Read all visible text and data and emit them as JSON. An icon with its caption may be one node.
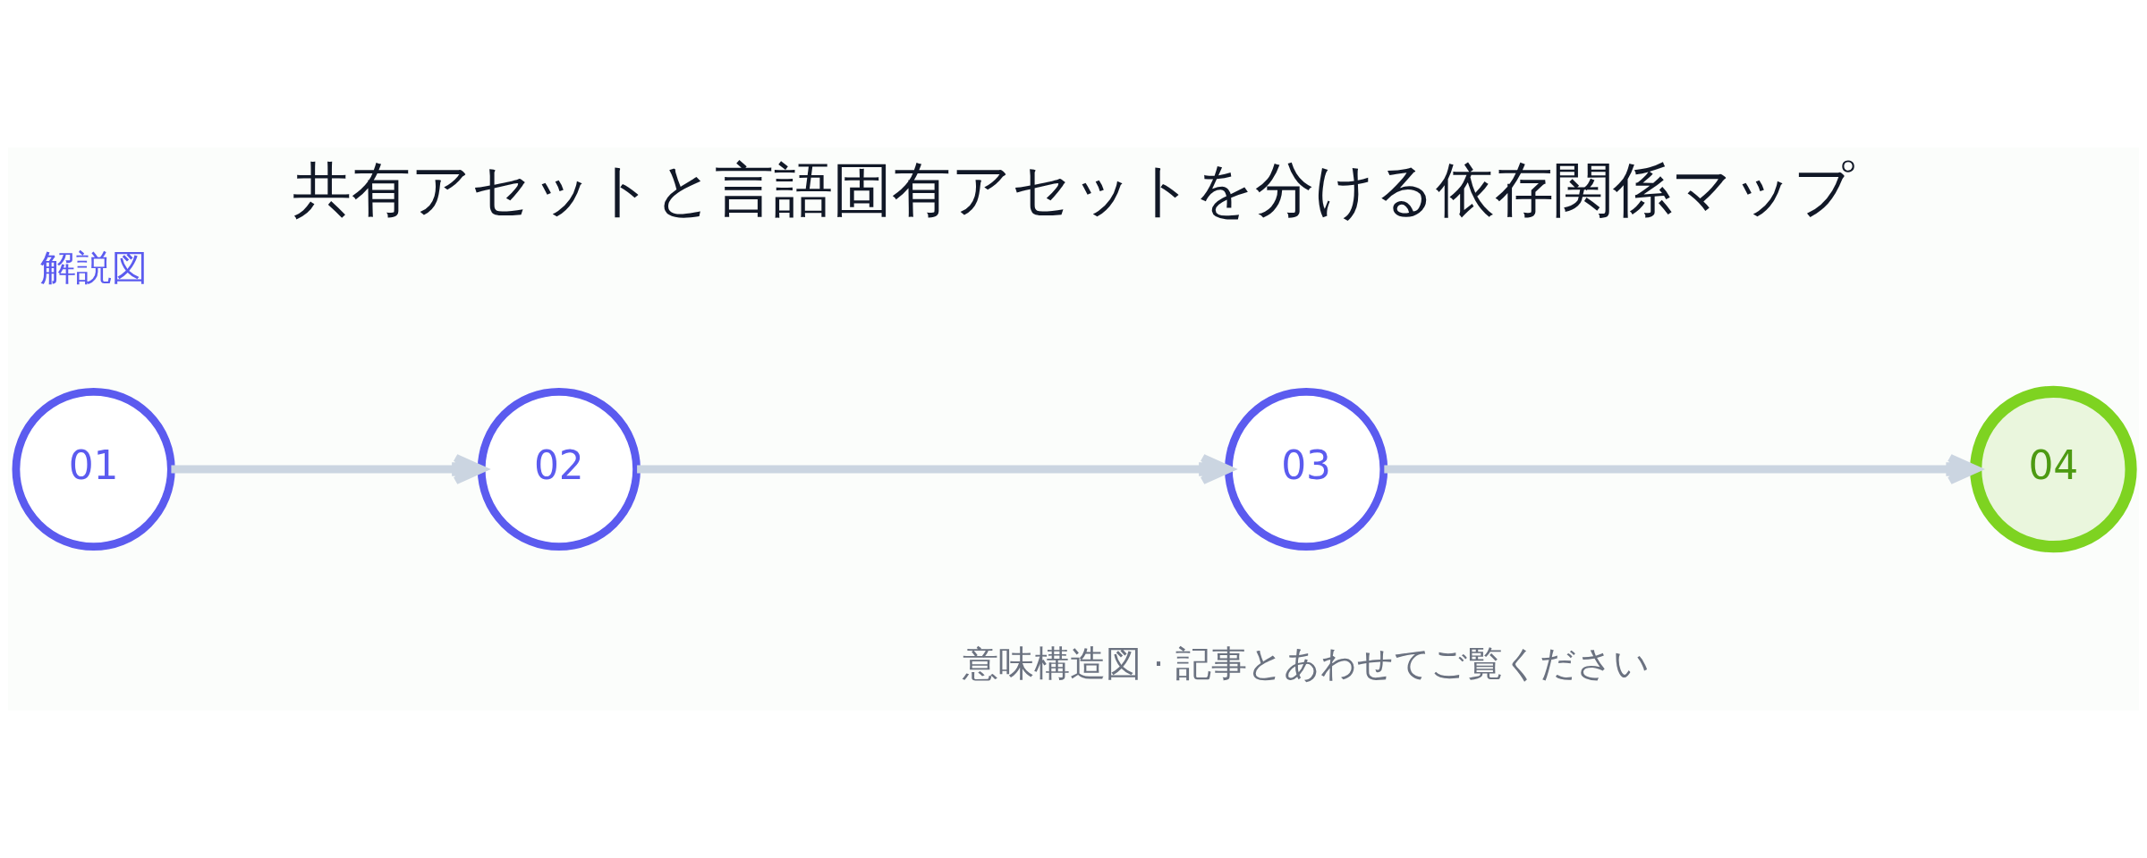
{
  "diagram": {
    "title": "共有アセットと言語固有アセットを分ける依存関係マップ",
    "caption": "意味構造図 · 記事とあわせてご覧ください",
    "nodes": [
      {
        "text": [
          "01"
        ]
      },
      {
        "text": [
          "02"
        ]
      },
      {
        "text": [
          "03"
        ]
      },
      {
        "text": [
          "04"
        ]
      }
    ],
    "edges": [
      {
        "from": 0,
        "to": 1,
        "arrow": "to"
      },
      {
        "from": 1,
        "to": 2,
        "arrow": "to"
      },
      {
        "from": 2,
        "to": 3,
        "arrow": "to"
      }
    ],
    "labels": [
      "解説図"
    ]
  }
}
